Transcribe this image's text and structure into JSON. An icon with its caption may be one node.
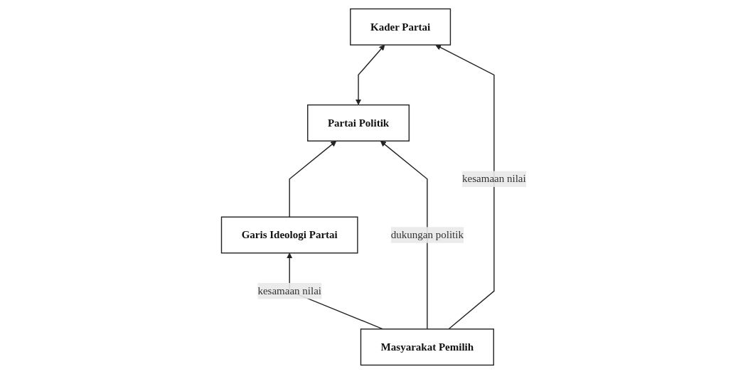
{
  "diagram": {
    "nodes": [
      {
        "text": [
          "Garis Ideologi Partai"
        ]
      },
      {
        "text": [
          "Partai Politik"
        ]
      },
      {
        "text": [
          "Kader Partai"
        ]
      },
      {
        "text": [
          "Masyarakat Pemilih"
        ]
      }
    ],
    "edges": [
      {
        "from": 0,
        "to": 1,
        "arrow": "to"
      },
      {
        "from": 1,
        "to": 2,
        "arrow": "both"
      },
      {
        "from": 3,
        "to": 0,
        "arrow": "to",
        "label": "kesamaan nilai"
      },
      {
        "from": 3,
        "to": 1,
        "arrow": "to",
        "label": "dukungan politik"
      },
      {
        "from": 3,
        "to": 2,
        "arrow": "to",
        "label": "kesamaan nilai"
      }
    ]
  }
}
